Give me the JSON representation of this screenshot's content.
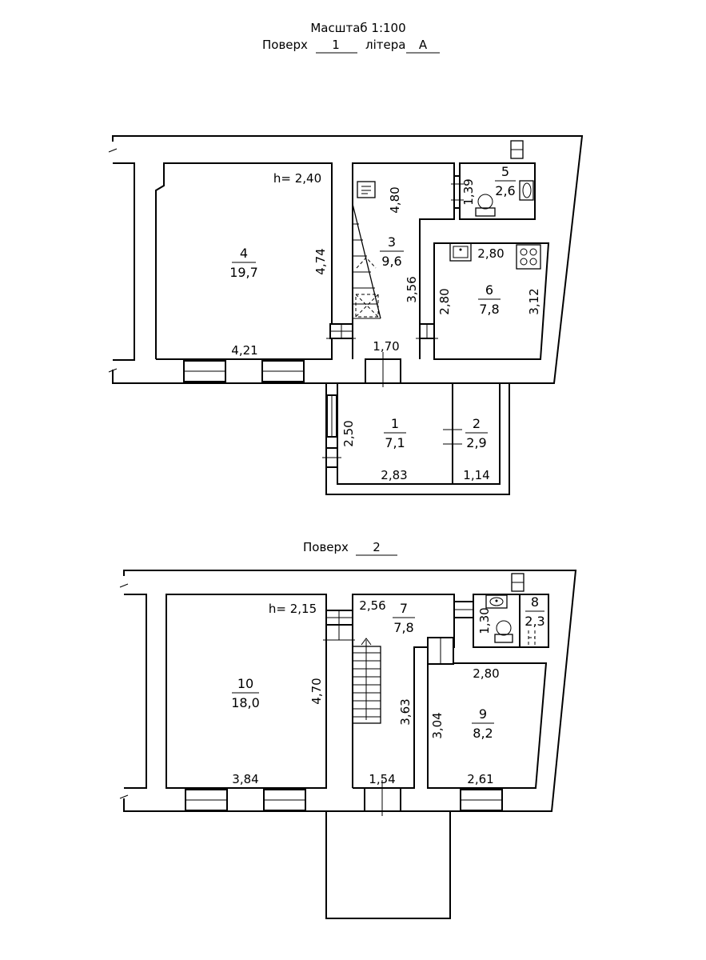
{
  "header": {
    "scale": "Масштаб 1:100",
    "floor_word": "Поверх",
    "floor1_value": "1",
    "litera_word": "літера",
    "litera_value": "А",
    "floor2_value": "2"
  },
  "floor1": {
    "rooms": [
      {
        "id": "room-4",
        "num": "4",
        "area": "19,7"
      },
      {
        "id": "room-3",
        "num": "3",
        "area": "9,6"
      },
      {
        "id": "room-5",
        "num": "5",
        "area": "2,6"
      },
      {
        "id": "room-6",
        "num": "6",
        "area": "7,8"
      },
      {
        "id": "room-1",
        "num": "1",
        "area": "7,1"
      },
      {
        "id": "room-2",
        "num": "2",
        "area": "2,9"
      }
    ],
    "height": "h= 2,40",
    "dims": {
      "r4_width": "4,21",
      "r4_length": "4,74",
      "r3_upper": "4,80",
      "r3_lower": "3,56",
      "r3_width": "1,70",
      "r5_len": "1,39",
      "r6_top": "2,80",
      "r6_left": "2,80",
      "r6_right": "3,12",
      "r1_side": "2,50",
      "r1_width": "2,83",
      "r2_width": "1,14"
    }
  },
  "floor2": {
    "rooms": [
      {
        "id": "room-10",
        "num": "10",
        "area": "18,0"
      },
      {
        "id": "room-7",
        "num": "7",
        "area": "7,8"
      },
      {
        "id": "room-8",
        "num": "8",
        "area": "2,3"
      },
      {
        "id": "room-9",
        "num": "9",
        "area": "8,2"
      }
    ],
    "height": "h= 2,15",
    "dims": {
      "r10_width": "3,84",
      "r10_length": "4,70",
      "r7_top": "2,56",
      "r7_len": "3,63",
      "r7_width": "1,54",
      "r8_len": "1,30",
      "r9_top": "2,80",
      "r9_left": "3,04",
      "r9_width": "2,61"
    }
  }
}
